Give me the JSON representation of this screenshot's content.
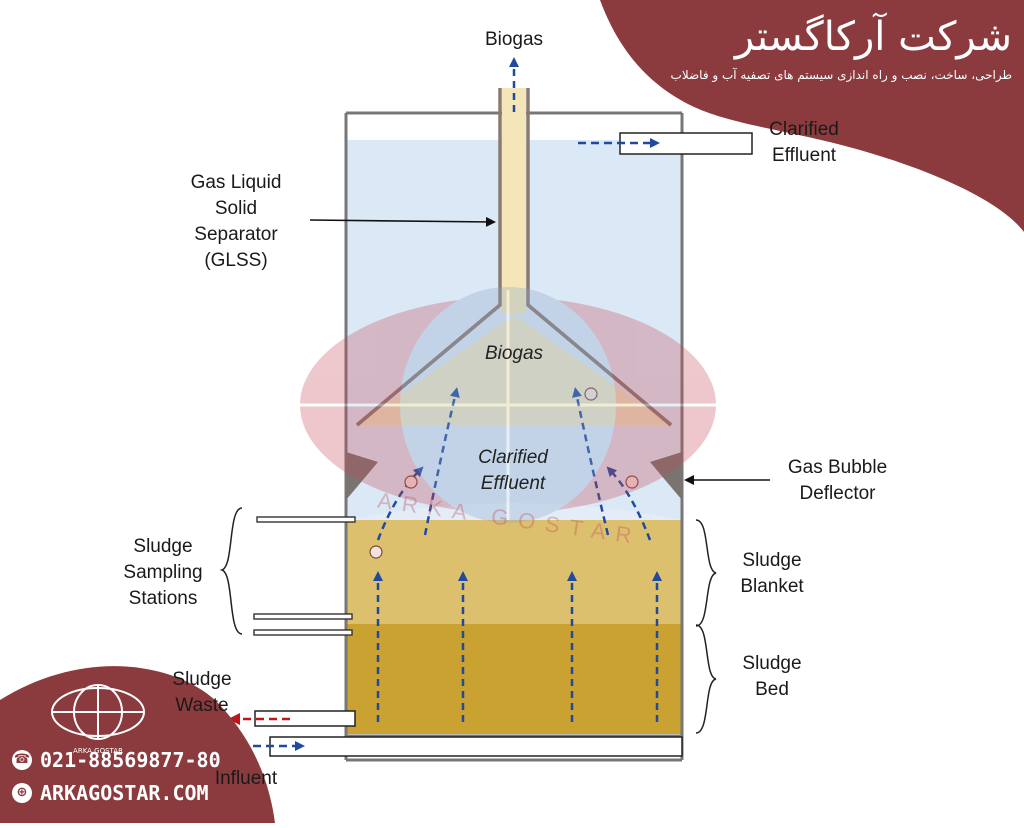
{
  "labels": {
    "biogas_top": "Biogas",
    "clarified_effluent_out": "Clarified\nEffluent",
    "glss": "Gas Liquid\nSolid\nSeparator\n(GLSS)",
    "biogas_hood": "Biogas",
    "clarified_effluent_inner": "Clarified\nEffluent",
    "gas_bubble_deflector": "Gas Bubble\nDeflector",
    "sludge_sampling_stations": "Sludge\nSampling\nStations",
    "sludge_blanket": "Sludge\nBlanket",
    "sludge_bed": "Sludge\nBed",
    "sludge_waste": "Sludge\nWaste",
    "influent": "Influent"
  },
  "brand": {
    "title": "شرکت آرکاگستر",
    "subtitle": "طراحی، ساخت، نصب و راه اندازی سیستم های تصفیه آب و فاضلاب",
    "logo_text": "ARKA GOSTAR",
    "watermark": "ARKA GOSTAR",
    "phone": "021-88569877-80",
    "website": "ARKAGOSTAR.COM"
  },
  "colors": {
    "brand": "#8b3a3e",
    "water": "#dbe8f5",
    "blanket": "#dcc06e",
    "bed": "#c9a232",
    "arrow": "#1f4aa0",
    "waste_arrow": "#c0161b",
    "separator": "#8a7a72"
  }
}
